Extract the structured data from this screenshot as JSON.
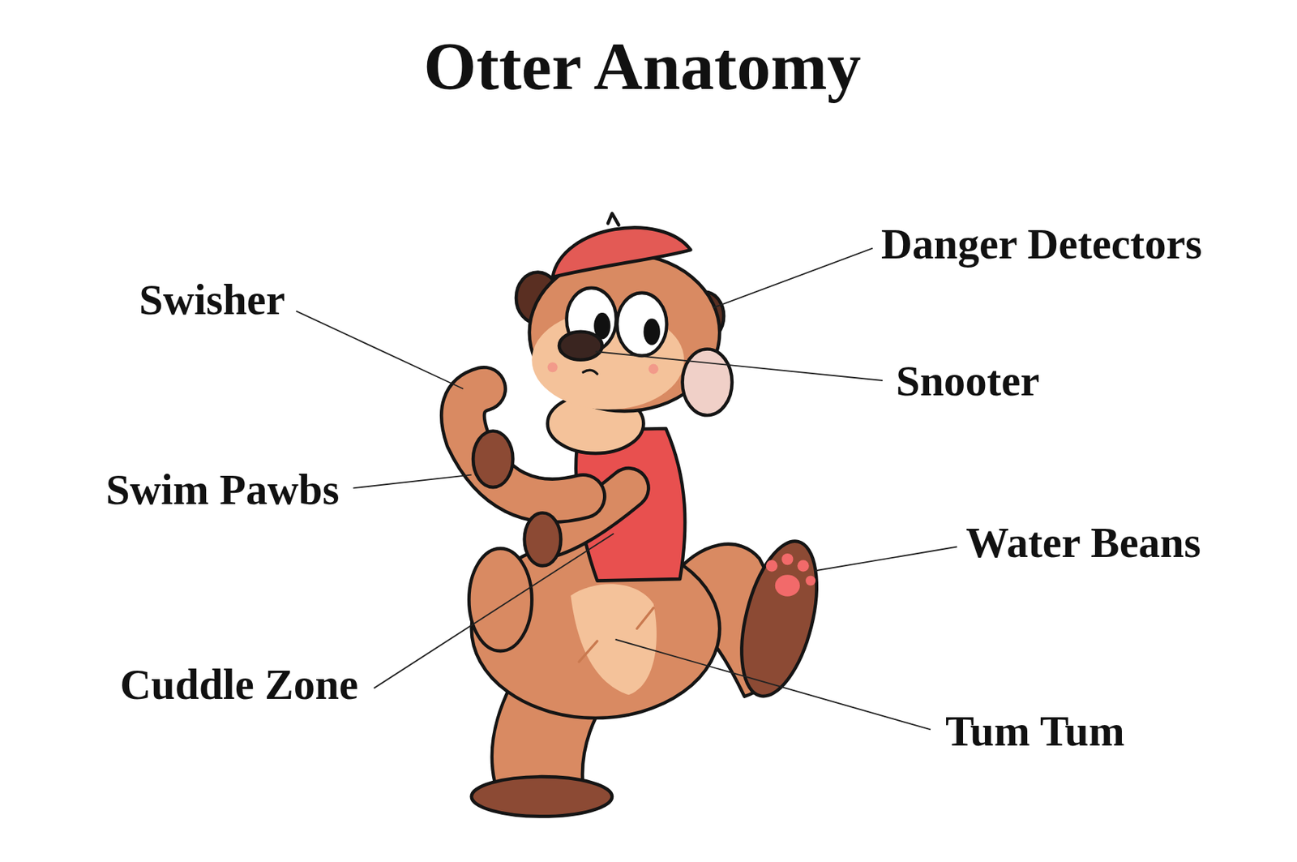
{
  "diagram": {
    "title": "Otter Anatomy",
    "labels": [
      "Danger Detectors",
      "Swisher",
      "Snooter",
      "Swim Pawbs",
      "Water Beans",
      "Cuddle Zone",
      "Tum Tum"
    ]
  }
}
